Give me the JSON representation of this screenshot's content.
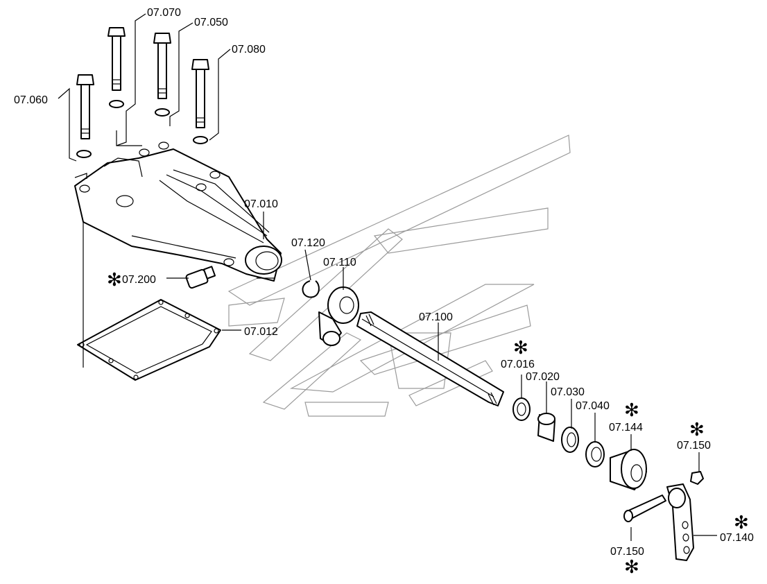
{
  "parts": [
    {
      "id": "07.070",
      "label": "07.070",
      "marked": false
    },
    {
      "id": "07.050",
      "label": "07.050",
      "marked": false
    },
    {
      "id": "07.080",
      "label": "07.080",
      "marked": false
    },
    {
      "id": "07.060",
      "label": "07.060",
      "marked": false
    },
    {
      "id": "07.010",
      "label": "07.010",
      "marked": false
    },
    {
      "id": "07.120",
      "label": "07.120",
      "marked": false
    },
    {
      "id": "07.110",
      "label": "07.110",
      "marked": false
    },
    {
      "id": "07.200",
      "label": "07.200",
      "marked": true
    },
    {
      "id": "07.012",
      "label": "07.012",
      "marked": false
    },
    {
      "id": "07.100",
      "label": "07.100",
      "marked": false
    },
    {
      "id": "07.016",
      "label": "07.016",
      "marked": true
    },
    {
      "id": "07.020",
      "label": "07.020",
      "marked": false
    },
    {
      "id": "07.030",
      "label": "07.030",
      "marked": false
    },
    {
      "id": "07.040",
      "label": "07.040",
      "marked": false
    },
    {
      "id": "07.144",
      "label": "07.144",
      "marked": true
    },
    {
      "id": "07.150a",
      "label": "07.150",
      "marked": true
    },
    {
      "id": "07.150b",
      "label": "07.150",
      "marked": true
    },
    {
      "id": "07.140",
      "label": "07.140",
      "marked": true
    }
  ],
  "marker_symbol": "✻",
  "colors": {
    "line": "#000000",
    "background": "#ffffff",
    "watermark": "#9a9a9a"
  }
}
